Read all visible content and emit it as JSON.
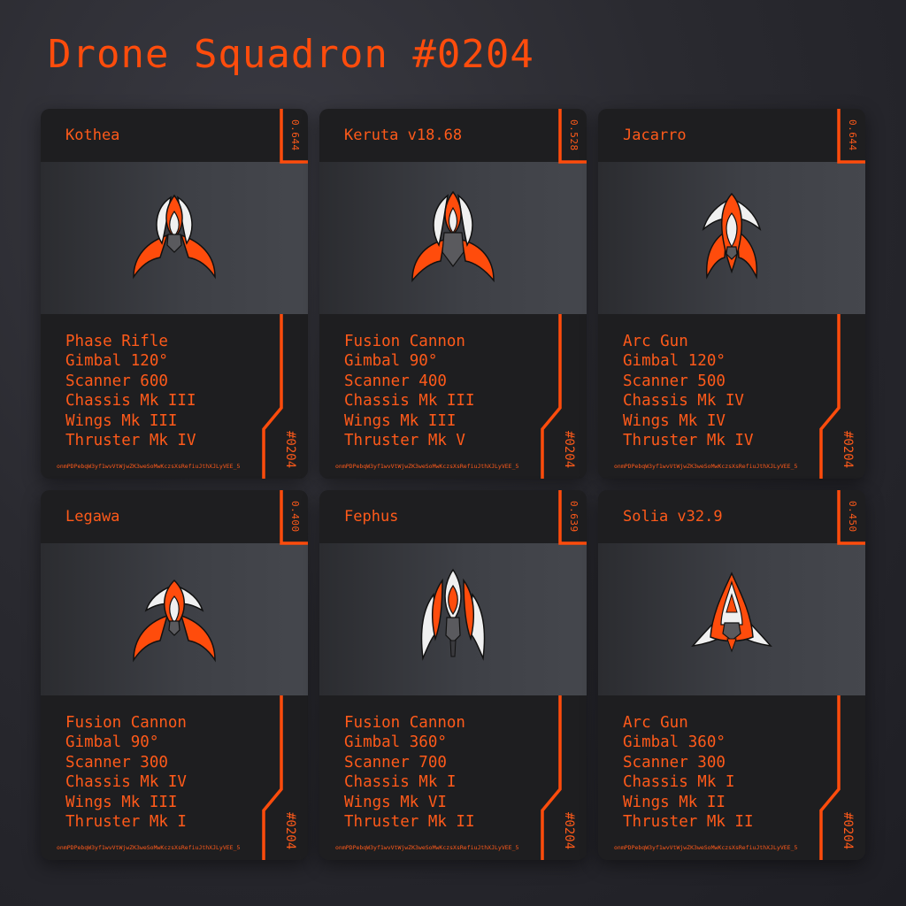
{
  "page": {
    "title": "Drone Squadron #0204"
  },
  "theme": {
    "accent": "#ff4c0c",
    "card_bg": "#1e1e20",
    "hull_white": "#f0f0f0",
    "core_gray": "#5a5a5e"
  },
  "cards": [
    {
      "name": "Kothea",
      "score": "0.644",
      "squad_id": "#0204",
      "hash": "onmPDPebqW3yf1wvVtWjwZK3weSoMwKczsXsRefiuJthXJLyVEE_5",
      "icon": "drone-ship-icon",
      "specs": [
        "Phase Rifle",
        "Gimbal 120°",
        "Scanner 600",
        "Chassis Mk III",
        "Wings Mk III",
        "Thruster Mk IV"
      ]
    },
    {
      "name": "Keruta v18.68",
      "score": "0.528",
      "squad_id": "#0204",
      "hash": "onmPDPebqW3yf1wvVtWjwZK3weSoMwKczsXsRefiuJthXJLyVEE_5",
      "icon": "drone-ship-icon",
      "specs": [
        "Fusion Cannon",
        "Gimbal 90°",
        "Scanner 400",
        "Chassis Mk III",
        "Wings Mk III",
        "Thruster Mk V"
      ]
    },
    {
      "name": "Jacarro",
      "score": "0.644",
      "squad_id": "#0204",
      "hash": "onmPDPebqW3yf1wvVtWjwZK3weSoMwKczsXsRefiuJthXJLyVEE_5",
      "icon": "drone-ship-icon",
      "specs": [
        "Arc Gun",
        "Gimbal 120°",
        "Scanner 500",
        "Chassis Mk IV",
        "Wings Mk IV",
        "Thruster Mk IV"
      ]
    },
    {
      "name": "Legawa",
      "score": "0.400",
      "squad_id": "#0204",
      "hash": "onmPDPebqW3yf1wvVtWjwZK3weSoMwKczsXsRefiuJthXJLyVEE_5",
      "icon": "drone-ship-icon",
      "specs": [
        "Fusion Cannon",
        "Gimbal 90°",
        "Scanner 300",
        "Chassis Mk IV",
        "Wings Mk III",
        "Thruster Mk I"
      ]
    },
    {
      "name": "Fephus",
      "score": "0.639",
      "squad_id": "#0204",
      "hash": "onmPDPebqW3yf1wvVtWjwZK3weSoMwKczsXsRefiuJthXJLyVEE_5",
      "icon": "drone-ship-icon",
      "specs": [
        "Fusion Cannon",
        "Gimbal 360°",
        "Scanner 700",
        "Chassis Mk I",
        "Wings Mk VI",
        "Thruster Mk II"
      ]
    },
    {
      "name": "Solia v32.9",
      "score": "0.450",
      "squad_id": "#0204",
      "hash": "onmPDPebqW3yf1wvVtWjwZK3weSoMwKczsXsRefiuJthXJLyVEE_5",
      "icon": "drone-ship-icon",
      "specs": [
        "Arc Gun",
        "Gimbal 360°",
        "Scanner 300",
        "Chassis Mk I",
        "Wings Mk II",
        "Thruster Mk II"
      ]
    }
  ]
}
